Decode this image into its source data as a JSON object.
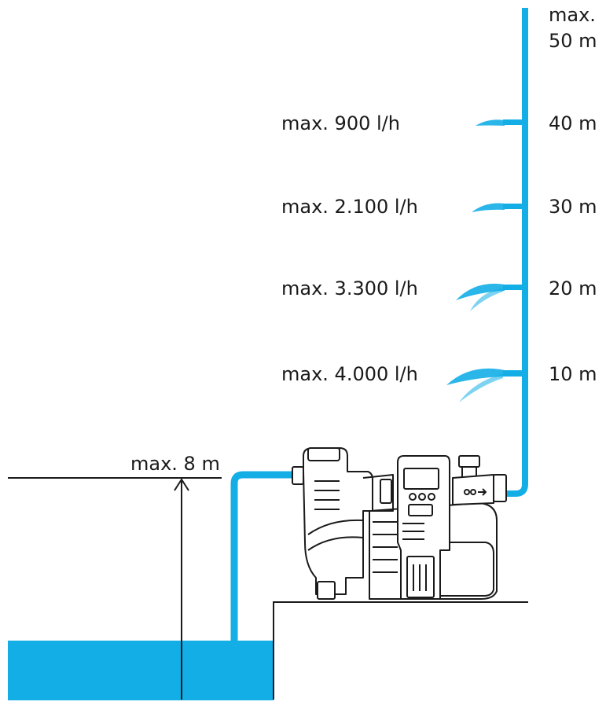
{
  "colors": {
    "water": "#13aee6",
    "outline": "#1a1a1a",
    "background": "#ffffff"
  },
  "delivery": {
    "top": {
      "line1": "max.",
      "line2": "50 m"
    },
    "outlets": [
      {
        "flow": "max. 900 l/h",
        "height": "40 m"
      },
      {
        "flow": "max. 2.100 l/h",
        "height": "30 m"
      },
      {
        "flow": "max. 3.300 l/h",
        "height": "20 m"
      },
      {
        "flow": "max. 4.000 l/h",
        "height": "10 m"
      }
    ]
  },
  "suction": {
    "label": "max. 8 m"
  },
  "pump": {
    "icon": "garden-pump-icon"
  }
}
